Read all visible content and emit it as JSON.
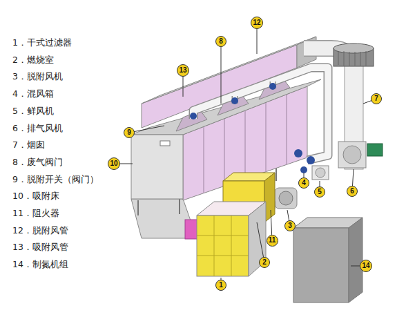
{
  "diagram": {
    "nodes": [
      {
        "text": [
          "12"
        ]
      },
      {
        "text": [
          "8"
        ]
      },
      {
        "text": [
          "13"
        ]
      },
      {
        "text": [
          "7"
        ]
      },
      {
        "text": [
          "9"
        ]
      },
      {
        "text": [
          "10"
        ]
      },
      {
        "text": [
          "4"
        ]
      },
      {
        "text": [
          "6"
        ]
      },
      {
        "text": [
          "5"
        ]
      },
      {
        "text": [
          "3"
        ]
      },
      {
        "text": [
          "11"
        ]
      },
      {
        "text": [
          "2"
        ]
      },
      {
        "text": [
          "14"
        ]
      },
      {
        "text": [
          "1"
        ]
      }
    ],
    "labels": [
      "1．干式过滤器",
      "2．燃烧室",
      "3．脱附风机",
      "4．混风箱",
      "5．鲜风机",
      "6．排气风机",
      "7．烟囱",
      "8．废气阀门",
      "9．脱附开关（阀门）",
      "10．吸附床",
      "11．阻火器",
      "12．脱附风管",
      "13．吸附风管",
      "14．制氮机组"
    ]
  }
}
